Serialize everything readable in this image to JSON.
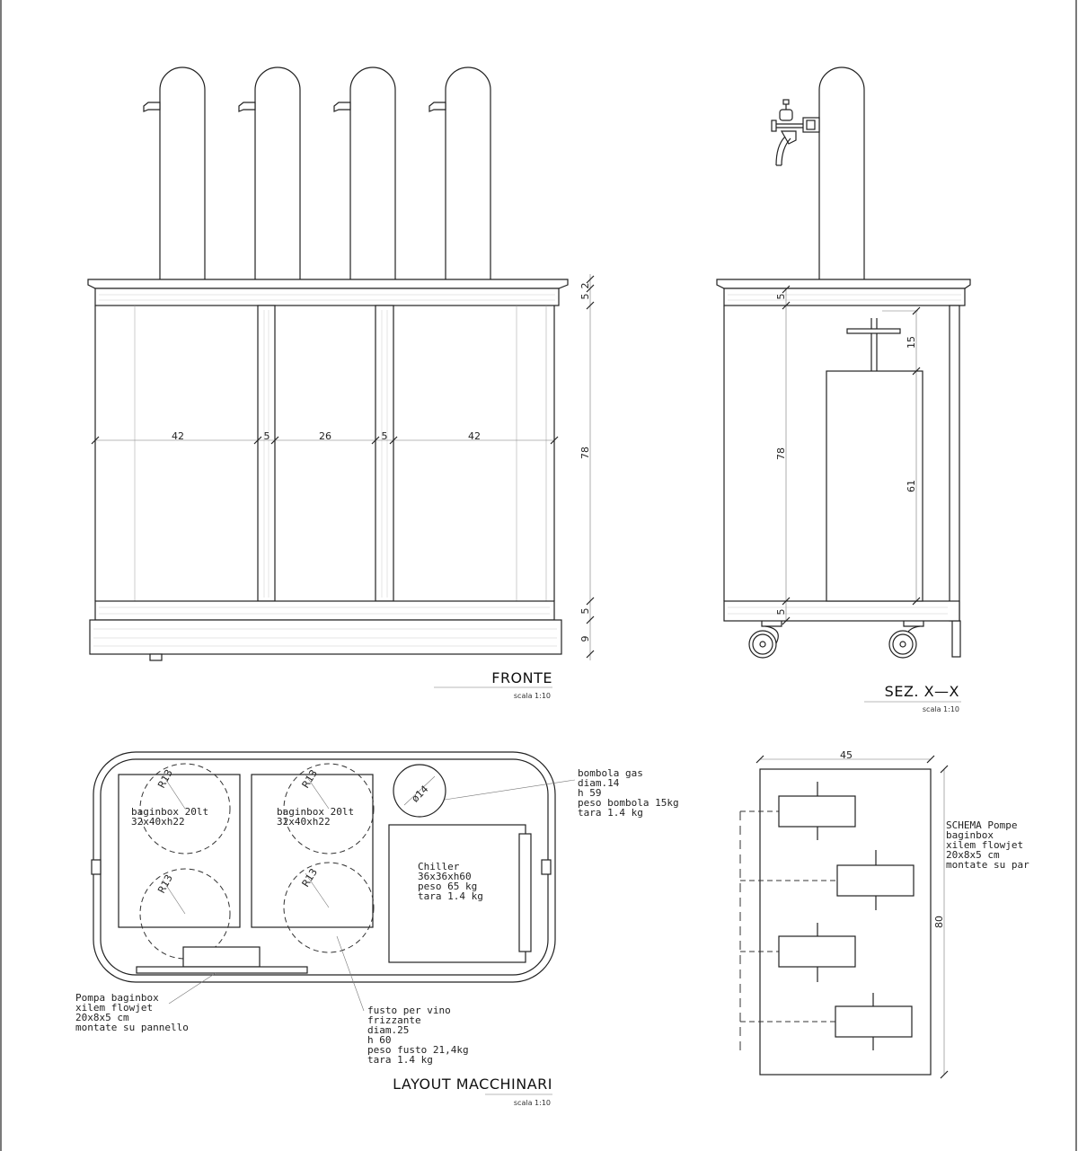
{
  "front_view": {
    "title": "FRONTE",
    "scale": "scala 1:10",
    "dims": {
      "bay_left": "42",
      "post_left": "5",
      "bay_center": "26",
      "post_right": "5",
      "bay_right": "42",
      "top_5": "5",
      "top_2": "2",
      "height": "78",
      "bottom_5": "5",
      "base_9": "9"
    }
  },
  "section_view": {
    "title": "SEZ. X—X",
    "scale": "scala 1:10",
    "dims": {
      "top_5": "5",
      "height": "78",
      "handle_15": "15",
      "tank_61": "61",
      "bottom_5": "5"
    }
  },
  "layout_view": {
    "title": "LAYOUT  MACCHINARI",
    "scale": "scala 1:10",
    "radius_labels": [
      "R13",
      "R13",
      "R13",
      "R13"
    ],
    "box_left": [
      "baginbox 20lt",
      "32x40xh22"
    ],
    "box_right": [
      "baginbox 20lt",
      "32x40xh22"
    ],
    "gas_diam": "ø14",
    "chiller": [
      "Chiller",
      "36x36xh60",
      "peso 65 kg",
      "tara 1.4 kg"
    ],
    "note_gas": [
      "bombola gas",
      "diam.14",
      "h 59",
      "peso bombola 15kg",
      "tara 1.4 kg"
    ],
    "note_pump": [
      "Pompa baginbox",
      "xilem flowjet",
      "20x8x5 cm",
      "montate su pannello"
    ],
    "note_keg": [
      "fusto per vino",
      "frizzante",
      "diam.25",
      "h 60",
      "peso fusto 21,4kg",
      "tara 1.4 kg"
    ]
  },
  "pump_schema": {
    "width_dim": "45",
    "height_dim": "80",
    "note": [
      "SCHEMA Pompe",
      "baginbox",
      "xilem flowjet",
      "20x8x5 cm",
      "montate su par"
    ]
  }
}
